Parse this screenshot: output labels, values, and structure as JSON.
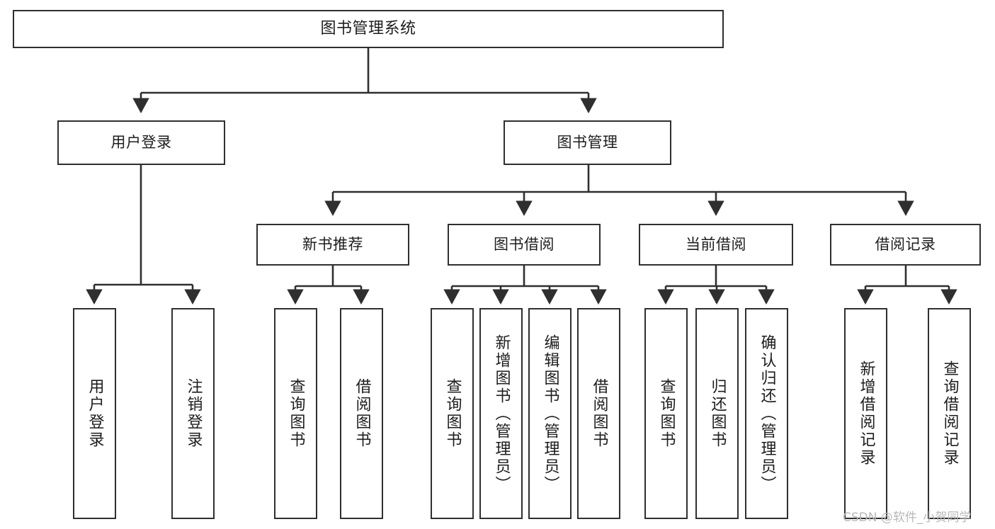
{
  "diagram": {
    "title": "图书管理系统",
    "type": "hierarchy-tree",
    "watermark": "CSDN @软件_小贺同学",
    "colors": {
      "stroke": "#2f2f2f",
      "background": "#ffffff",
      "text": "#1d1d1d",
      "watermark": "#b8b8b8"
    },
    "nodes": {
      "root": {
        "label": "图书管理系统"
      },
      "level1": [
        {
          "id": "user-login",
          "label": "用户登录"
        },
        {
          "id": "book-manage",
          "label": "图书管理"
        }
      ],
      "level2": [
        {
          "id": "new-book-recommend",
          "label": "新书推荐"
        },
        {
          "id": "book-borrow",
          "label": "图书借阅"
        },
        {
          "id": "current-borrow",
          "label": "当前借阅"
        },
        {
          "id": "borrow-record",
          "label": "借阅记录"
        }
      ],
      "leaves": {
        "user-login": [
          {
            "id": "leaf-user-login",
            "label": "用户登录"
          },
          {
            "id": "leaf-logout-login",
            "label": "注销登录"
          }
        ],
        "new-book-recommend": [
          {
            "id": "leaf-query-book-1",
            "label": "查询图书"
          },
          {
            "id": "leaf-borrow-book-1",
            "label": "借阅图书"
          }
        ],
        "book-borrow": [
          {
            "id": "leaf-query-book-2",
            "label": "查询图书"
          },
          {
            "id": "leaf-add-book",
            "label": "新增图书（管理员）"
          },
          {
            "id": "leaf-edit-book",
            "label": "编辑图书（管理员）"
          },
          {
            "id": "leaf-borrow-book-2",
            "label": "借阅图书"
          }
        ],
        "current-borrow": [
          {
            "id": "leaf-query-book-3",
            "label": "查询图书"
          },
          {
            "id": "leaf-return-book",
            "label": "归还图书"
          },
          {
            "id": "leaf-confirm-return",
            "label": "确认归还（管理员）"
          }
        ],
        "borrow-record": [
          {
            "id": "leaf-add-record",
            "label": "新增借阅记录"
          },
          {
            "id": "leaf-query-record",
            "label": "查询借阅记录"
          }
        ]
      }
    }
  }
}
